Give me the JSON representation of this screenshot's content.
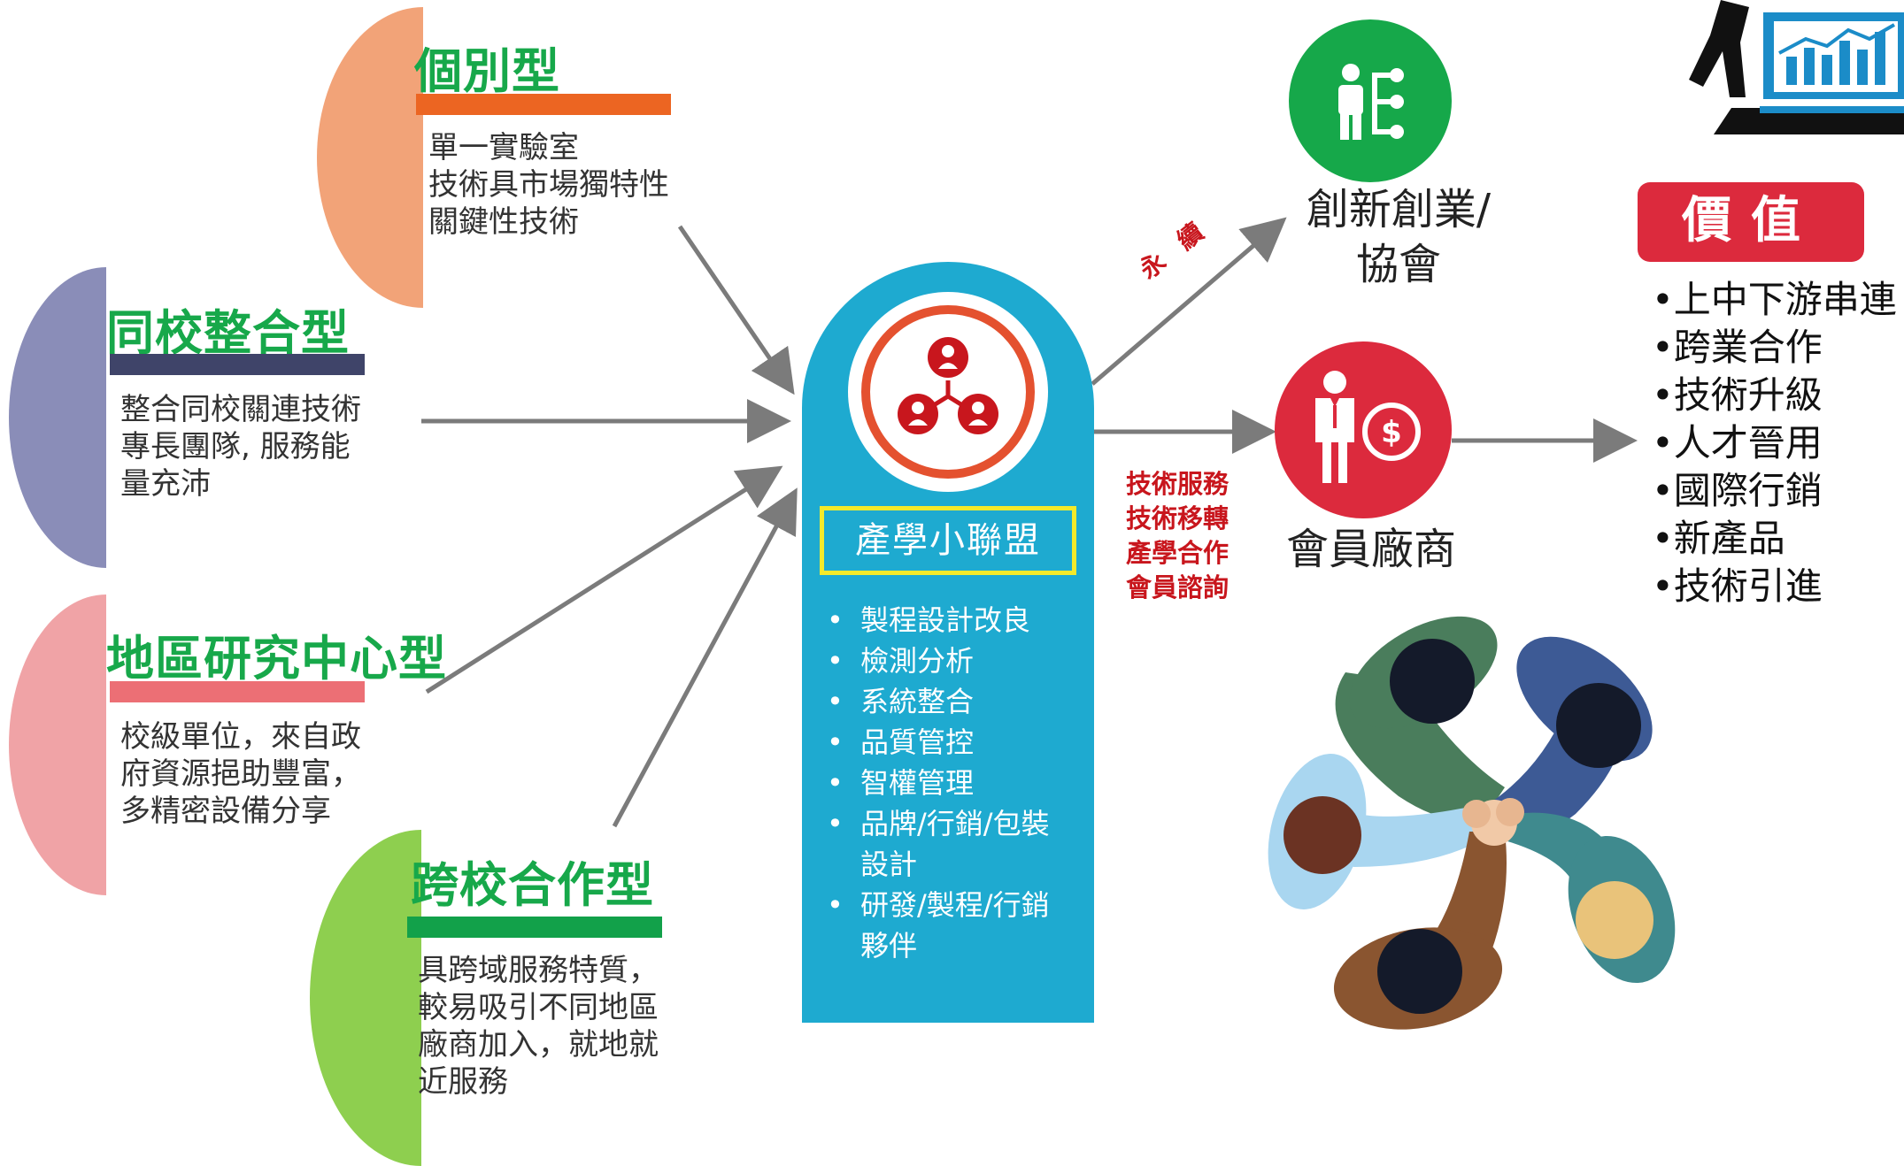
{
  "types": [
    {
      "id": "individual",
      "title": "個別型",
      "color": "#f2a378",
      "bar_color": "#ec6522",
      "title_color": "#17a84a",
      "desc": [
        "單一實驗室",
        "技術具市場獨特性",
        "關鍵性技術"
      ]
    },
    {
      "id": "same_school",
      "title": "同校整合型",
      "color": "#8a8db8",
      "bar_color": "#3f4469",
      "title_color": "#17a84a",
      "desc": [
        "整合同校關連技術",
        "專長團隊, 服務能",
        "量充沛"
      ]
    },
    {
      "id": "regional",
      "title": "地區研究中心型",
      "color": "#f0a3a6",
      "bar_color": "#ec6f75",
      "title_color": "#17a84a",
      "desc": [
        "校級單位，來自政",
        "府資源挹助豐富，",
        "多精密設備分享"
      ]
    },
    {
      "id": "cross_school",
      "title": "跨校合作型",
      "color": "#8ecf4f",
      "bar_color": "#12a14a",
      "title_color": "#17a84a",
      "desc": [
        "具跨域服務特質，",
        "較易吸引不同地區",
        "廠商加入，就地就",
        "近服務"
      ]
    }
  ],
  "center": {
    "title": "產學小聯盟",
    "services": [
      [
        "製程設計改良"
      ],
      [
        "檢測分析"
      ],
      [
        "系統整合"
      ],
      [
        "品質管控"
      ],
      [
        "智權管理"
      ],
      [
        "品牌/行銷/包裝",
        "設計"
      ],
      [
        "研發/製程/行銷",
        "夥伴"
      ]
    ]
  },
  "arrow_labels": {
    "upper": "永 續",
    "lower": [
      "技術服務",
      "技術移轉",
      "產學合作",
      "會員諮詢"
    ]
  },
  "outcomes": {
    "startup": [
      "創新創業/",
      "協會"
    ],
    "member": [
      "會員廠商"
    ]
  },
  "value": {
    "title": "價值",
    "items": [
      "•上中下游串連",
      "•跨業合作",
      "•技術升級",
      "•人才晉用",
      "•國際行銷",
      "•新產品",
      "•技術引進"
    ]
  },
  "icons": {
    "alliance": "people-network-icon",
    "startup": "person-org-chart-icon",
    "member": "businessman-dollar-icon",
    "analyst": "person-laptop-chart-icon",
    "teamwork": "hands-together-illustration"
  },
  "colors": {
    "alliance_bg": "#1eaad0",
    "alliance_border": "#f4ea2a",
    "green": "#16a84a",
    "red": "#dc2a3d",
    "arrow": "#7b7b7b"
  }
}
